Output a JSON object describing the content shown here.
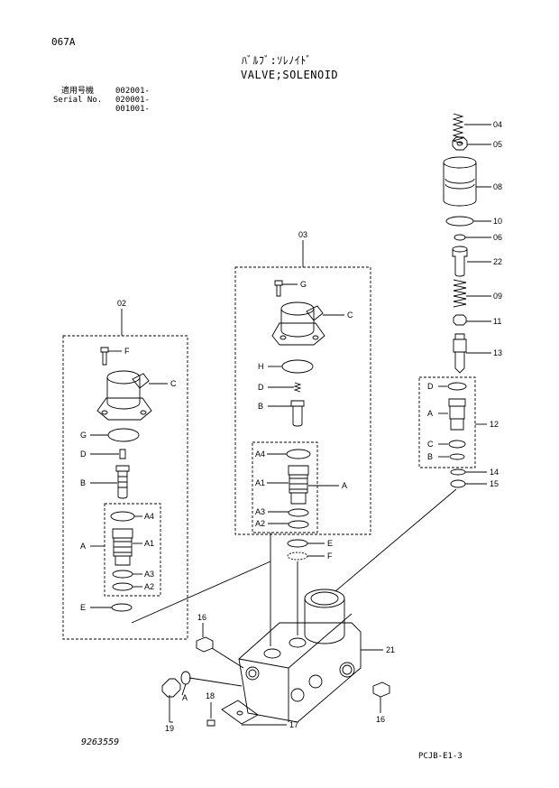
{
  "header": {
    "page_code": "067A",
    "title_jp": "ﾊﾞﾙﾌﾞ:ｿﾚﾉｲﾄﾞ",
    "title_en": "VALVE;SOLENOID"
  },
  "serial": {
    "label_jp": "適用号機",
    "label_en": "Serial No.",
    "numbers": [
      "002001-",
      "020001-",
      "001001-"
    ]
  },
  "footer": {
    "drawing_no": "9263559",
    "sheet_code": "PCJB-E1-3"
  },
  "callouts": {
    "p04": "04",
    "p05": "05",
    "p08": "08",
    "p10": "10",
    "p06": "06",
    "p22": "22",
    "p09": "09",
    "p11": "11",
    "p13": "13",
    "p12": "12",
    "p14": "14",
    "p15": "15",
    "p03": "03",
    "p02": "02",
    "p21": "21",
    "p16a": "16",
    "p16b": "16",
    "p18": "18",
    "p17": "17",
    "p19": "19",
    "A_19": "A",
    "b03": {
      "G": "G",
      "C": "C",
      "H": "H",
      "D": "D",
      "B": "B",
      "A4": "A4",
      "A1": "A1",
      "A": "A",
      "A3": "A3",
      "A2": "A2"
    },
    "b02": {
      "F": "F",
      "C": "C",
      "G": "G",
      "D": "D",
      "B": "B",
      "A4": "A4",
      "A": "A",
      "A1": "A1",
      "A3": "A3",
      "A2": "A2",
      "E": "E"
    },
    "mid": {
      "E": "E",
      "F": "F"
    },
    "b12": {
      "D": "D",
      "A": "A",
      "C": "C",
      "B": "B"
    }
  }
}
